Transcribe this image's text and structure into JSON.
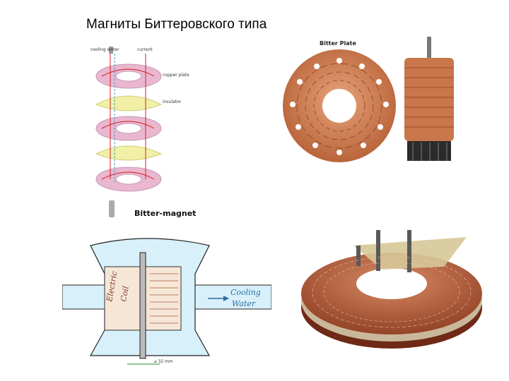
{
  "slide": {
    "title": "Магниты Биттеровского типа"
  },
  "schematic": {
    "cooling_water": "cooling water",
    "current": "current",
    "copper_plate": "copper plate",
    "insulator": "insulator",
    "caption": "Bitter-magnet"
  },
  "bitter_plate_photo": {
    "label": "Bitter Plate"
  },
  "cross_section": {
    "coil_label_1": "Electric",
    "coil_label_2": "Coil",
    "cooling_1": "Cooling",
    "cooling_2": "Water",
    "dimension": "⌀ 32 mm"
  },
  "colors": {
    "copper": "#c8764a",
    "pink_plate": "#eab7d0",
    "yellow_insulator": "#f2f0a6",
    "water_blue": "#7fd1ea"
  }
}
